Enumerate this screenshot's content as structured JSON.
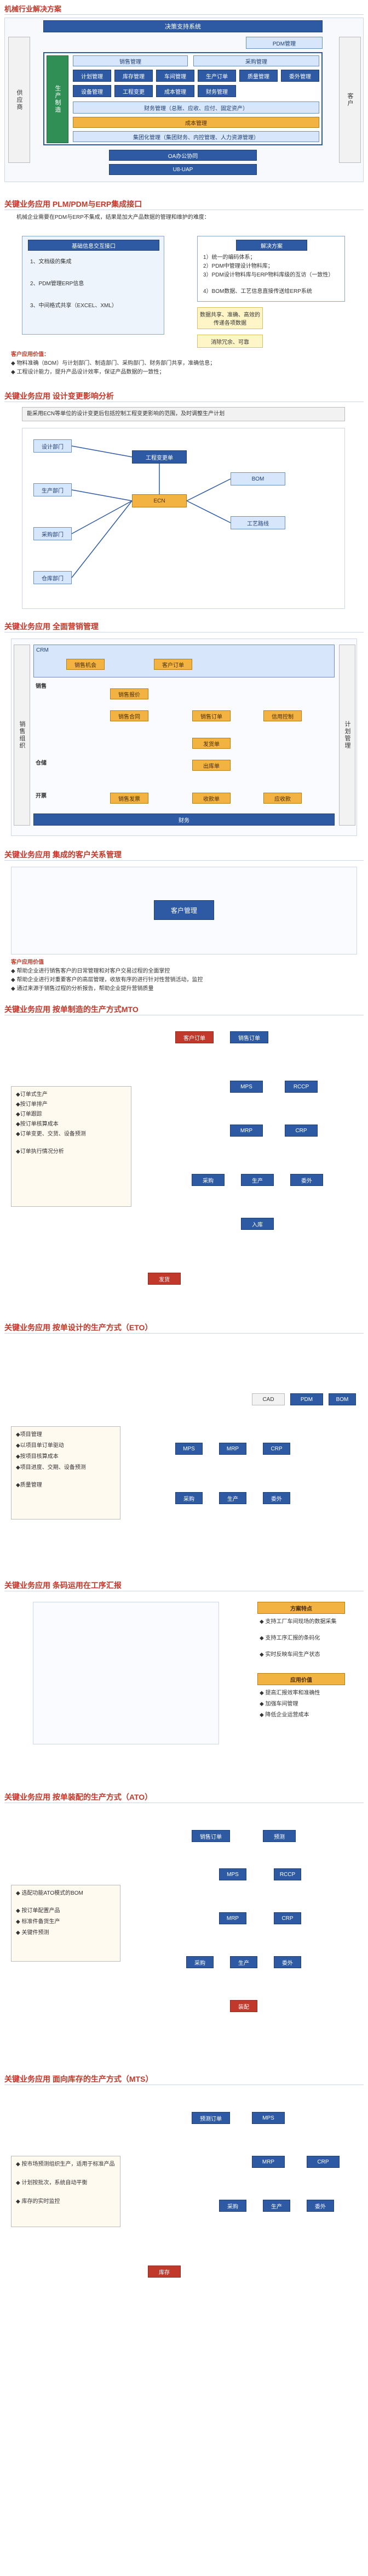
{
  "page_title": "机械行业解决方案",
  "sections": {
    "arch": {
      "top": "决策支持系统",
      "pdm": "PDM管理",
      "left_side": "供应商",
      "right_side": "客户",
      "mfg": "生产制造",
      "col1": "销售管理",
      "col2": "采购管理",
      "modules": [
        "计划管理",
        "库存管理",
        "车间管理",
        "生产订单",
        "质量管理",
        "委外管理",
        "设备管理",
        "工程变更",
        "成本管理",
        "财务管理"
      ],
      "line1": "财务管理（总账、应收、应付、固定资产）",
      "line2": "成本管理",
      "line3": "集团化管理（集团财务、内控管理、人力资源管理）",
      "oa": "OA办公协同",
      "uap": "U8-UAP"
    },
    "plm": {
      "heading": "关键业务应用   PLM/PDM与ERP集成接口",
      "intro": "机械企业需要在PDM与ERP不集成，结果是加大产品数据的管理和维护的难度：",
      "left_title": "基础信息交互接口",
      "left_items": [
        "1、文档级的集成",
        "2、PDM管理ERP信息",
        "3、中间格式共享（EXCEL、XML）"
      ],
      "right_title": "解决方案",
      "right_items": [
        "1）统一的编码体系；",
        "2）PDM中管理设计物料库；",
        "3）PDM设计物料库与ERP物料库级的互访（一致性）",
        "4）BOM数据、工艺信息直接传送给ERP系统"
      ],
      "box_a": "数据共享、准确、高效的传递各项数据",
      "box_b": "消除冗余、可靠",
      "value_title": "客户应用价值：",
      "values": [
        "◆ 物料准确（BOM）与计划部门、制造部门、采购部门、财务部门共享，准确信息；",
        "◆ 工程设计能力，提升产品设计效率，保证产品数据的一致性；"
      ]
    },
    "change": {
      "heading": "关键业务应用  设计变更影响分析",
      "note": "能采用ECN等单位的设计变更后包括控制工程变更影响的范围，及时调整生产计划",
      "labels": [
        "设计部门",
        "生产部门",
        "采购部门",
        "仓库部门",
        "工程变更单",
        "ECN",
        "BOM",
        "工艺路线"
      ]
    },
    "marketing": {
      "heading": "关键业务应用   全面营销管理",
      "crm": "CRM",
      "lanes": [
        "销售",
        "仓储",
        "开票"
      ],
      "left_label": "销售组织",
      "right_label": "计划管理",
      "bottom": "财务",
      "boxes": [
        "销售机会",
        "客户订单",
        "销售报价",
        "销售合同",
        "销售订单",
        "发货单",
        "出库单",
        "销售发票",
        "收款单",
        "应收款",
        "信用控制"
      ]
    },
    "customer": {
      "heading": "关键业务应用  集成的客户关系管理",
      "center": "客户管理",
      "value_title": "客户应用价值",
      "values": [
        "◆ 帮助企业进行销售客户的日常管理和对客户交易过程的全面掌控",
        "◆ 帮助企业进行对重要客户的高层管理，收放有序的进行针对性营销活动，监控",
        "◆ 通过来源于销售过程的分析报告，帮助企业提升营销质量"
      ]
    },
    "mto": {
      "heading": "关键业务应用  按单制造的生产方式MTO",
      "nodes": [
        "客户订单",
        "销售订单",
        "MPS",
        "RCCP",
        "MRP",
        "CRP",
        "采购",
        "生产",
        "委外",
        "入库",
        "发货"
      ],
      "notes": [
        "◆订单式生产",
        "◆按订单排产",
        "◆订单跟踪",
        "◆按订单核算成本",
        "◆订单变更、交货、设备预测",
        "◆订单执行情况分析"
      ]
    },
    "eto": {
      "heading": "关键业务应用   按单设计的生产方式（ETO）",
      "nodes": [
        "CAD",
        "PDM",
        "BOM",
        "MPS",
        "MRP",
        "CRP",
        "采购",
        "生产",
        "委外"
      ],
      "notes": [
        "◆项目管理",
        "◆以项目单订单驱动",
        "◆按项目核算成本",
        "◆项目进度、交期、设备预测",
        "◆质量管理"
      ]
    },
    "barcode": {
      "heading": "关键业务应用  条码运用在工序汇报",
      "side_title": "方案特点",
      "side_items": [
        "◆ 支持工厂车间现场的数据采集",
        "◆ 支持工序汇报的条码化",
        "◆ 实时反映车间生产状态"
      ],
      "value_title": "应用价值",
      "value_items": [
        "◆ 提高汇报效率和准确性",
        "◆ 加强车间管理",
        "◆ 降低企业运营成本"
      ]
    },
    "ato": {
      "heading": "关键业务应用  按单装配的生产方式（ATO）",
      "nodes": [
        "销售订单",
        "预测",
        "MPS",
        "RCCP",
        "MRP",
        "CRP",
        "采购",
        "生产",
        "委外",
        "装配"
      ],
      "notes": [
        "◆ 选配功能ATO模式的BOM",
        "◆ 按订单配置产品",
        "◆ 标准件备货生产",
        "◆ 关键件预测"
      ]
    },
    "mts": {
      "heading": "关键业务应用   面向库存的生产方式（MTS）",
      "nodes": [
        "预测订单",
        "MPS",
        "MRP",
        "CRP",
        "采购",
        "生产",
        "委外",
        "库存"
      ],
      "notes": [
        "◆ 按市场预测组织生产，适用于标准产品",
        "◆ 计划按批次，系统自动平衡",
        "◆ 库存的实时监控"
      ]
    }
  },
  "colors": {
    "accent": "#c0392b",
    "primary": "#2d5aa3",
    "light": "#d7e6fb"
  }
}
